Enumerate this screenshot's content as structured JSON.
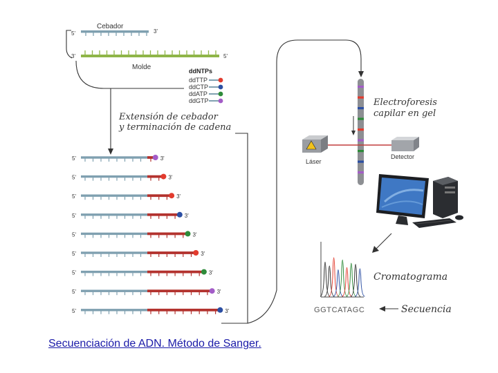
{
  "diagram": {
    "primer_label": "Cebador",
    "template_label": "Molde",
    "end_5": "5'",
    "end_3": "3'",
    "ddntps": {
      "title": "ddNTPs",
      "items": [
        {
          "label": "ddTTP",
          "color": "#e23b2e"
        },
        {
          "label": "ddCTP",
          "color": "#2c4fa3"
        },
        {
          "label": "ddATP",
          "color": "#2e8b3a"
        },
        {
          "label": "ddGTP",
          "color": "#a35cc7"
        }
      ]
    },
    "extension_line1": "Extensión de cebador",
    "extension_line2": "y terminación de cadena",
    "fragments": [
      {
        "length": 1,
        "terminator": "ddGTP"
      },
      {
        "length": 2,
        "terminator": "ddTTP"
      },
      {
        "length": 3,
        "terminator": "ddTTP"
      },
      {
        "length": 4,
        "terminator": "ddCTP"
      },
      {
        "length": 5,
        "terminator": "ddATP"
      },
      {
        "length": 6,
        "terminator": "ddTTP"
      },
      {
        "length": 7,
        "terminator": "ddATP"
      },
      {
        "length": 8,
        "terminator": "ddGTP"
      },
      {
        "length": 9,
        "terminator": "ddCTP"
      }
    ],
    "electrophoresis_line1": "Electroforesis",
    "electrophoresis_line2": "capilar en gel",
    "laser_label": "Láser",
    "detector_label": "Detector",
    "chromatogram_label": "Cromatograma",
    "sequence_label": "Secuencia",
    "sequence": "GGTCATAGC"
  },
  "caption": "Secuenciación de ADN. Método de Sanger.",
  "colors": {
    "primer": "#7fa0b0",
    "template": "#8fb548",
    "extension": "#b3322e",
    "capillary": "#8d8f93"
  }
}
